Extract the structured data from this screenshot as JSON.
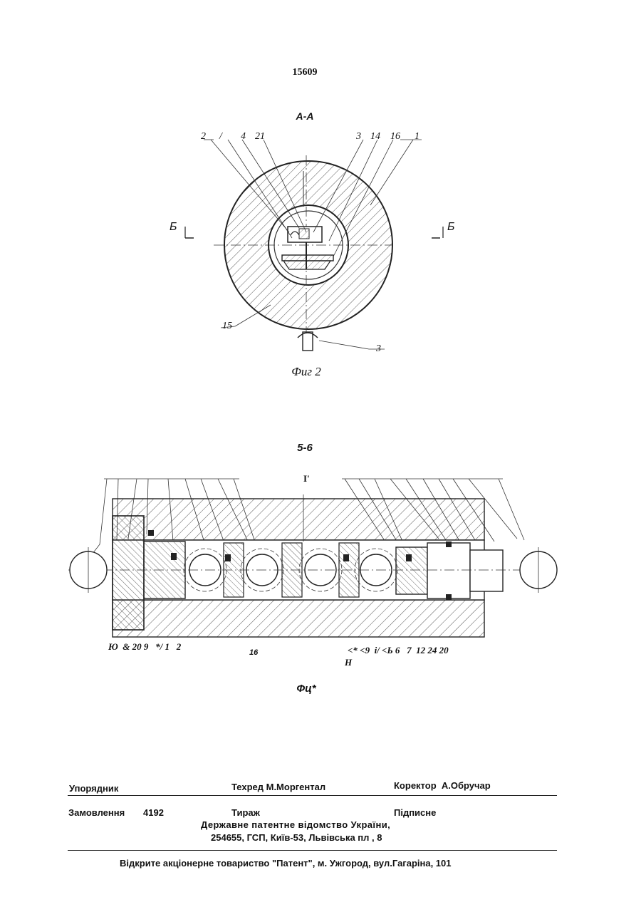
{
  "patent_number": "15609",
  "fig2": {
    "section_label": "А-А",
    "side_label_left": "Б",
    "side_label_right": "Б",
    "callouts_top": [
      "2",
      "/",
      "4",
      "21",
      "3",
      "14",
      "16",
      "1"
    ],
    "callout_15": "15",
    "callout_3": "3",
    "caption": "Фиг 2"
  },
  "fig3": {
    "section_label": "5-6",
    "top_mark": "I'",
    "bottom_labels_left": "Ю  & 20 9   */ 1   2",
    "bottom_label_mid": "16",
    "bottom_labels_right": "<* <9  i/ <Ь 6   7  12 24 20",
    "bottom_label_h": "Н",
    "caption": "Фц*"
  },
  "footer": {
    "compiler": "Упорядник",
    "tech_editor": "Техред М.Моргентал",
    "corrector": "Коректор  А.Обручар",
    "order_label": "Замовлення",
    "order_number": "4192",
    "circulation": "Тираж",
    "subscription": "Підписне",
    "office_line1": "Державне патентне відомство України,",
    "office_line2": "254655, ГСП, Київ-53, Львівська пл , 8",
    "printer": "Відкрите акціонерне товариство \"Патент\", м. Ужгород, вул.Гагаріна, 101"
  }
}
